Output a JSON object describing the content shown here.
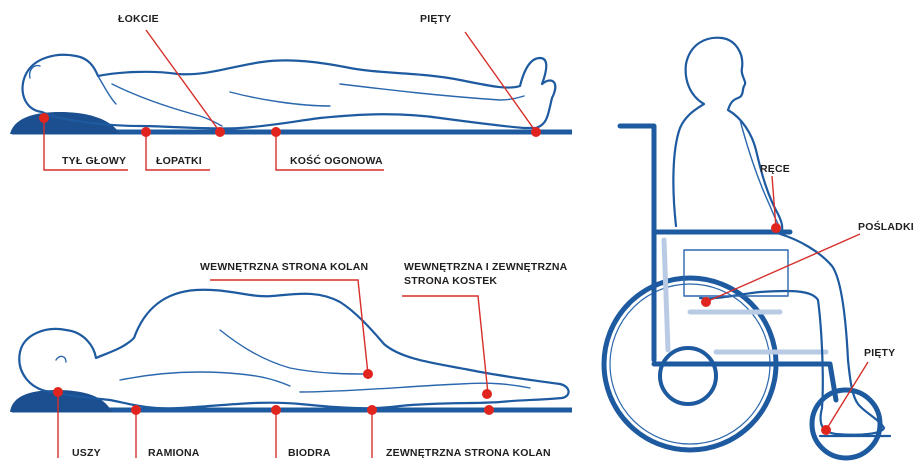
{
  "colors": {
    "outline": "#1e5aa0",
    "surface": "#1e5aa0",
    "pillow": "#1b4f8f",
    "marker": "#e0251f",
    "leader": "#d62f2a",
    "text": "#1f1f1f"
  },
  "supine": {
    "labels": {
      "elbows": "ŁOKCIE",
      "heels": "PIĘTY",
      "back_of_head": "TYŁ GŁOWY",
      "shoulder_blades": "ŁOPATKI",
      "tailbone": "KOŚĆ OGONOWA"
    }
  },
  "lateral": {
    "labels": {
      "inner_knees": "WEWNĘTRZNA STRONA KOLAN",
      "ankles_line1": "WEWNĘTRZNA I ZEWNĘTRZNA",
      "ankles_line2": "STRONA KOSTEK",
      "ears": "USZY",
      "shoulders": "RAMIONA",
      "hips": "BIODRA",
      "outer_knees": "ZEWNĘTRZNA STRONA KOLAN"
    }
  },
  "wheelchair": {
    "labels": {
      "hands": "RĘCE",
      "buttocks": "POŚLADKI",
      "heels": "PIĘTY"
    }
  }
}
